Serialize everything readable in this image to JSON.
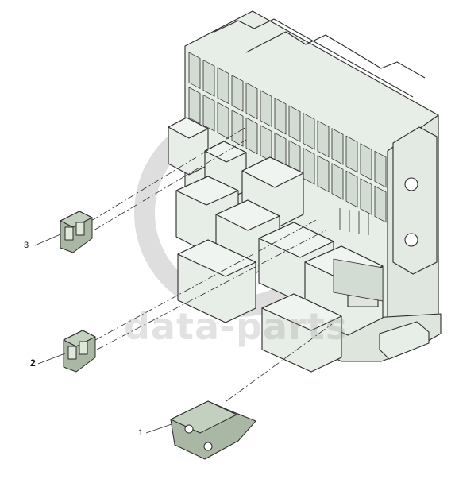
{
  "colors": {
    "part_fill": "#e7ede7",
    "part_shade": "#d3dcd3",
    "fuse_fill": "#a9b7a4",
    "line": "#2c2c2c",
    "watermark": "#a0a0a0"
  },
  "callouts": [
    {
      "label": "3"
    },
    {
      "label": "2"
    },
    {
      "label": "1"
    }
  ],
  "watermark": {
    "text": "data-parts"
  }
}
